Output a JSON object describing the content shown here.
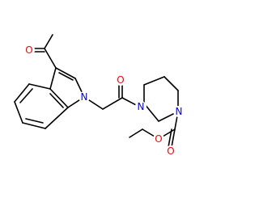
{
  "molecule": {
    "atoms": {
      "o_acetyl": {
        "symbol": "O",
        "color": "#ff0000"
      },
      "n_indole": {
        "symbol": "N",
        "color": "#0000ff"
      },
      "o_amide": {
        "symbol": "O",
        "color": "#ff0000"
      },
      "n_piperazine_amide": {
        "symbol": "N",
        "color": "#0000ff"
      },
      "n_piperazine_carbamate": {
        "symbol": "N",
        "color": "#0000ff"
      },
      "o_carbonyl": {
        "symbol": "O",
        "color": "#ff0000"
      },
      "o_ester": {
        "symbol": "O",
        "color": "#ff0000"
      }
    }
  }
}
